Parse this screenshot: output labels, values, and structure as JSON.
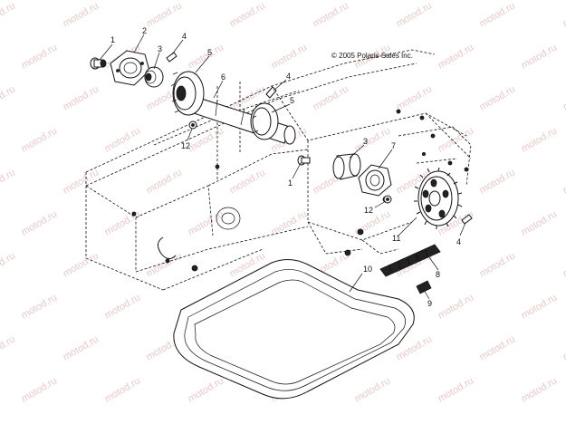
{
  "copyright": "© 2005 Polaris Sales Inc.",
  "watermark": "motod.ru",
  "callouts": [
    "1",
    "2",
    "3",
    "4",
    "5",
    "6",
    "4",
    "5",
    "12",
    "1",
    "3",
    "7",
    "12",
    "11",
    "4",
    "8",
    "9",
    "10"
  ]
}
